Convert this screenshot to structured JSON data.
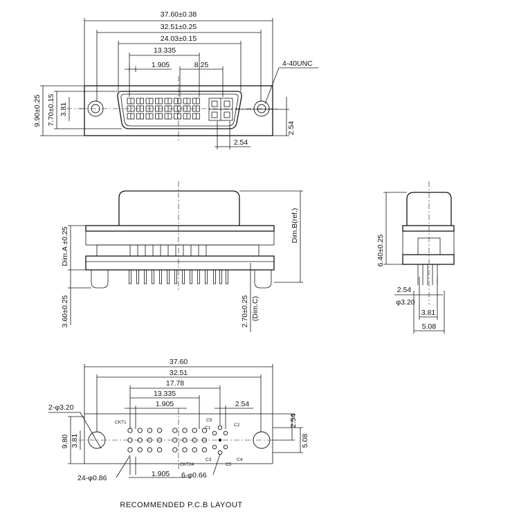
{
  "top_view": {
    "dim_overall": "37.60±0.38",
    "dim_mount": "32.51±0.25",
    "dim_body": "24.03±0.15",
    "dim_pins": "13.335",
    "dim_pitch": "1.905",
    "dim_row": "8.25",
    "thread": "4-40UNC",
    "height_total": "9.90±0.25",
    "height_body": "7.70±0.15",
    "half_height": "3.81",
    "right_offset": "2.54",
    "bottom_offset": "2.54"
  },
  "front_view": {
    "dim_a": "Dim.A ±0.25",
    "dim_b": "Dim.B(ref.)",
    "dim_leg": "3.60±0.25",
    "dim_c": "2.70±0.25",
    "dim_c_label": "(Dim.C)"
  },
  "side_view": {
    "height": "6.40±0.25",
    "d1": "2.54",
    "d2": "φ3.20",
    "d3": "3.81",
    "d4": "5.08"
  },
  "pcb_layout": {
    "dim_overall": "37.60",
    "dim_mount": "32.51",
    "dim_pins": "17.78",
    "dim_rows": "13.335",
    "dim_pitch": "1.905",
    "dim_right": "2.54",
    "mount_holes": "2-φ3.20",
    "height": "9.80",
    "half_height": "3.81",
    "right_height": "2.54",
    "right_spacing": "5.08",
    "pin_holes": "24-φ0.86",
    "bottom_pitch": "1.905",
    "c_holes": "6-φ0.66",
    "label_ckt1": "CKT1",
    "label_ckt24": "CKT24",
    "label_c1": "C1",
    "label_c2": "C2",
    "label_c3": "C3",
    "label_c4": "C4",
    "label_c5": "C5",
    "label_c5b": "C5"
  },
  "caption": "RECOMMENDED  P.C.B  LAYOUT"
}
